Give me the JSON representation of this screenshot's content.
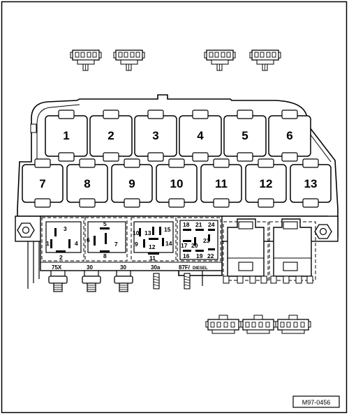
{
  "positions_top": [
    "1",
    "2",
    "3",
    "4",
    "5",
    "6"
  ],
  "positions_bottom": [
    "7",
    "8",
    "9",
    "10",
    "11",
    "12",
    "13"
  ],
  "socket_a": [
    "1",
    "2",
    "3",
    "4"
  ],
  "socket_b": [
    "5",
    "6",
    "7",
    "8"
  ],
  "socket_c": [
    "9",
    "10",
    "11",
    "12",
    "13",
    "14",
    "15"
  ],
  "socket_d": [
    "16",
    "17",
    "18",
    "19",
    "20",
    "21",
    "22",
    "23",
    "24"
  ],
  "terminals": [
    "75X",
    "30",
    "30",
    "30a",
    "87F/",
    "DIESEL"
  ],
  "figure_code": "M97-0456"
}
